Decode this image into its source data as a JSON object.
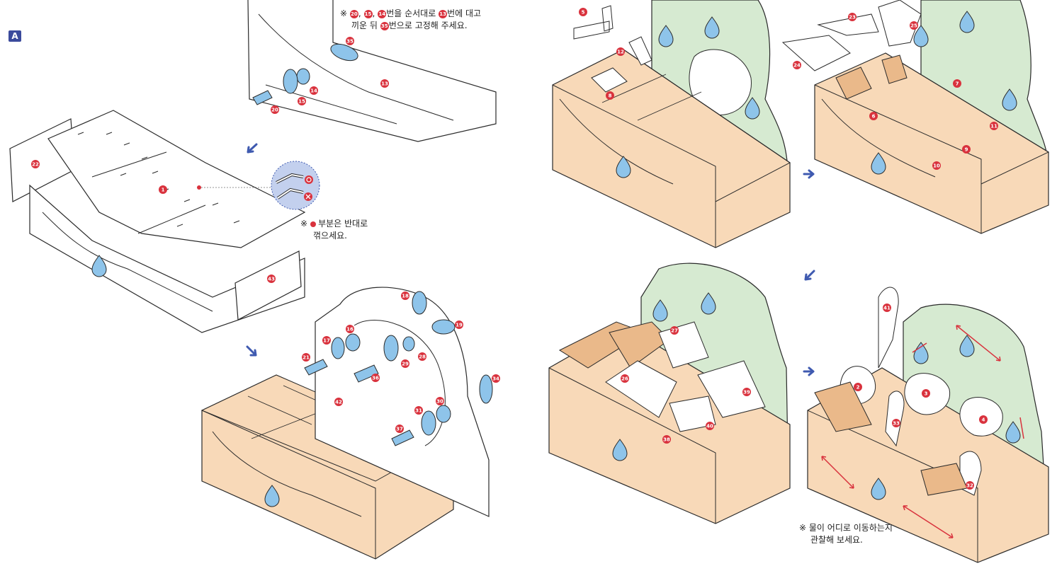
{
  "section_label": "A",
  "colors": {
    "wood": "#f8d9b8",
    "wood_dark": "#eab98a",
    "tree": "#d6ead1",
    "drop": "#8ec4ea",
    "marker": "#d9323d",
    "arrow": "#3f5ab0",
    "outline": "#2a2a2a"
  },
  "note_top": {
    "line1_n1": "20",
    "line1_sep1": ",",
    "line1_n2": "15",
    "line1_sep2": ",",
    "line1_n3": "14",
    "line1_text1": "번을 순서대로",
    "line1_n4": "13",
    "line1_text2": "번에 대고",
    "line2_text1": "끼운 뒤",
    "line2_n5": "35",
    "line2_text2": "번으로 고정해 주세요.",
    "prefix": "※"
  },
  "note_mid": {
    "prefix": "※",
    "line1": "부분은 반대로",
    "line2": "꺾으세요.",
    "good_mark": "o",
    "bad_mark": "×"
  },
  "note_bottom": {
    "prefix": "※",
    "line1": "물이 어디로 이동하는지",
    "line2": "관찰해 보세요."
  },
  "part_numbers": {
    "step1": [
      "22",
      "1",
      "43",
      "35",
      "14",
      "15",
      "20",
      "13"
    ],
    "step2": [
      "18",
      "16",
      "17",
      "21",
      "19",
      "29",
      "28",
      "36",
      "42",
      "34",
      "30",
      "31",
      "37"
    ],
    "step3": [
      "5",
      "12",
      "8"
    ],
    "step4": [
      "23",
      "25",
      "24",
      "7",
      "6",
      "11",
      "9",
      "10"
    ],
    "step5": [
      "27",
      "26",
      "39",
      "40",
      "38"
    ],
    "step6": [
      "41",
      "2",
      "3",
      "33",
      "4",
      "32"
    ]
  },
  "icons": [
    "step-arrow-icon",
    "water-drop-icon",
    "rotation-arrow-icon",
    "magnifier-inset-icon"
  ]
}
